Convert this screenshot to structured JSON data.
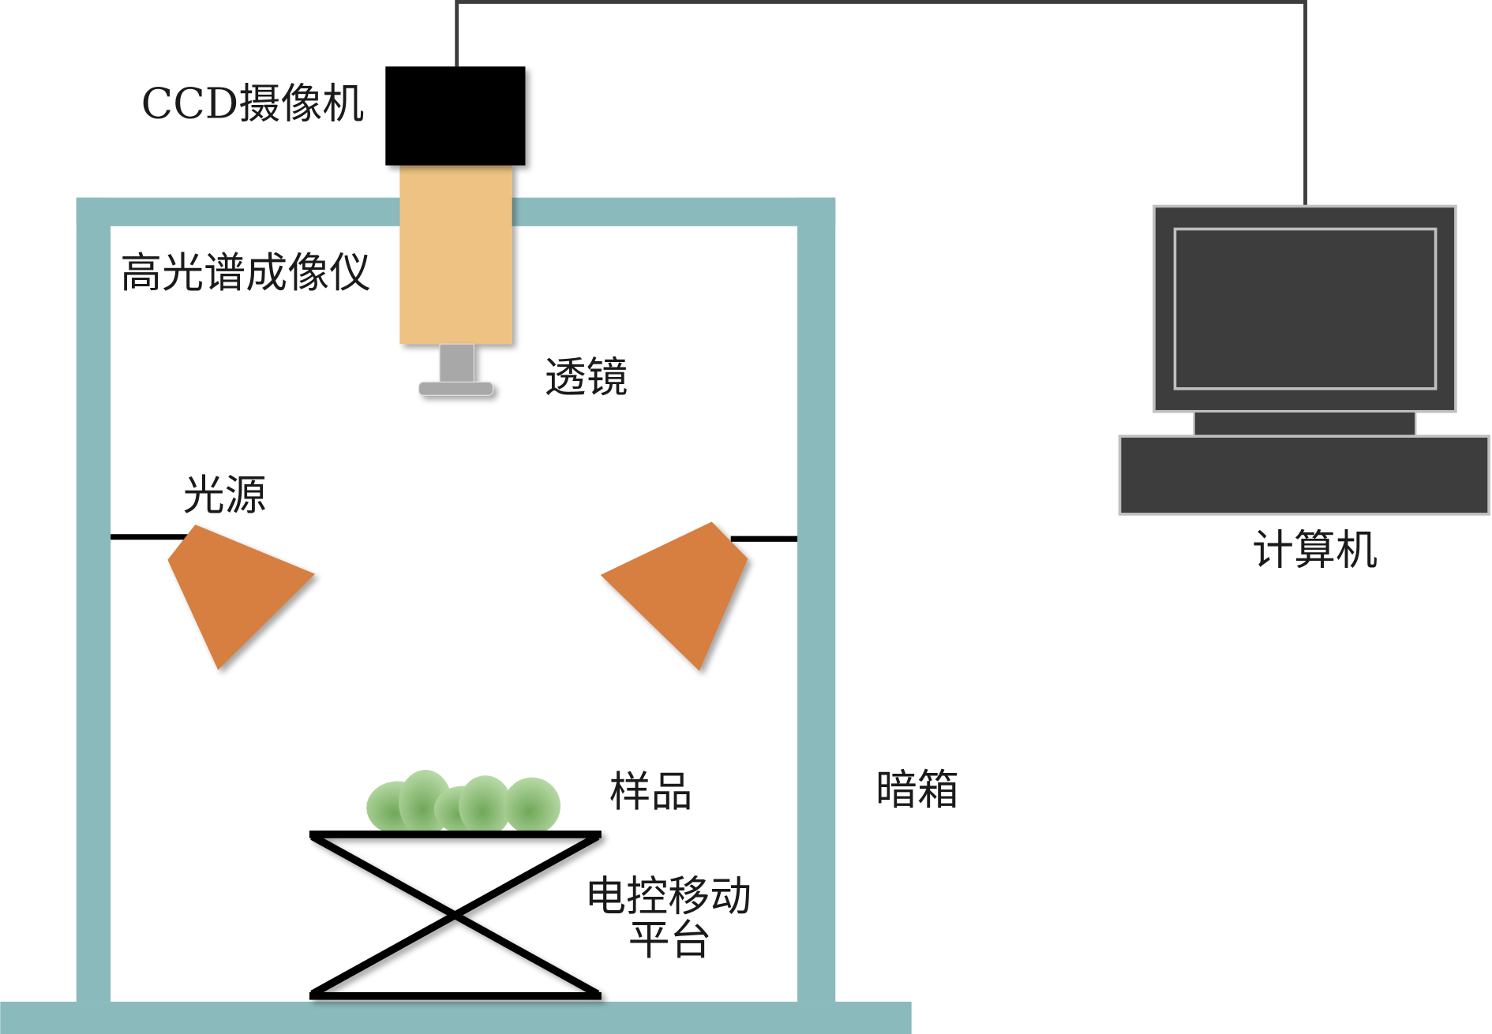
{
  "diagram": {
    "title": "Hyperspectral imaging system schematic",
    "labels": {
      "ccd_camera": "CCD摄像机",
      "hyperspectral_imager": "高光谱成像仪",
      "lens": "透镜",
      "light_source": "光源",
      "sample": "样品",
      "dark_box": "暗箱",
      "stage_line1": "电控移动",
      "stage_line2": "平台",
      "computer": "计算机"
    },
    "colors": {
      "dark_box": "#8bbabd",
      "imager": "#edc282",
      "camera": "#000000",
      "lens": "#a8a8a8",
      "light": "#d67f40",
      "computer": "#3d3d3d",
      "computer_border": "#c0c0c0",
      "sample": "#7fb86a",
      "cable": "#3d3d3d"
    }
  }
}
